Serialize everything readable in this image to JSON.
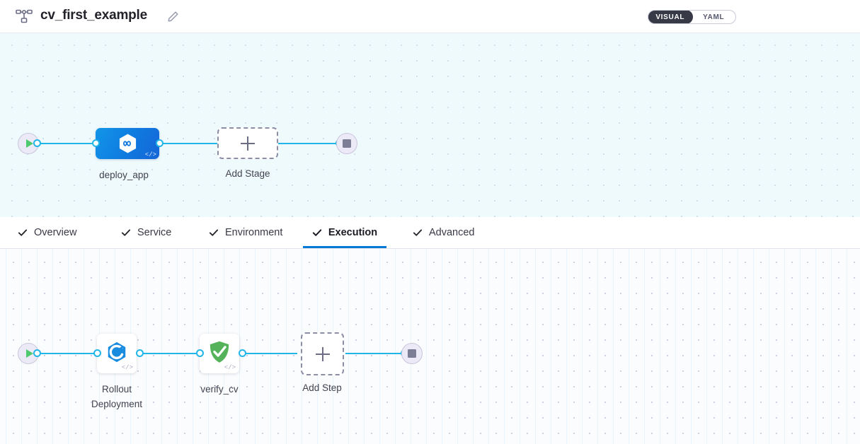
{
  "header": {
    "pipeline_icon": "pipeline-graph-icon",
    "title": "cv_first_example",
    "edit_icon": "pencil-edit-icon",
    "view_toggle": {
      "options": [
        "VISUAL",
        "YAML"
      ],
      "selected": "VISUAL"
    }
  },
  "stage_canvas": {
    "start_node": {
      "name": "start",
      "icon": "play-icon"
    },
    "end_node": {
      "name": "end",
      "icon": "stop-icon"
    },
    "nodes": [
      {
        "label": "deploy_app",
        "type": "stage",
        "icon": "deployment-hexagon-infinity-icon",
        "badge": "</>",
        "selected": true
      },
      {
        "label": "Add Stage",
        "type": "add",
        "icon": "plus-icon"
      }
    ]
  },
  "tabs": [
    {
      "label": "Overview",
      "icon": "check-icon",
      "active": false
    },
    {
      "label": "Service",
      "icon": "check-icon",
      "active": false
    },
    {
      "label": "Environment",
      "icon": "check-icon",
      "active": false
    },
    {
      "label": "Execution",
      "icon": "check-icon",
      "active": true
    },
    {
      "label": "Advanced",
      "icon": "check-icon",
      "active": false
    }
  ],
  "step_canvas": {
    "start_node": {
      "name": "start",
      "icon": "play-icon"
    },
    "end_node": {
      "name": "end",
      "icon": "stop-icon"
    },
    "nodes": [
      {
        "label": "Rollout\nDeployment",
        "type": "step",
        "icon": "k8s-rollout-hexagon-icon",
        "badge": "</>"
      },
      {
        "label": "verify_cv",
        "type": "step",
        "icon": "green-shield-check-icon",
        "badge": "</>"
      },
      {
        "label": "Add Step",
        "type": "add",
        "icon": "plus-icon"
      }
    ]
  },
  "colors": {
    "accent_blue": "#0278d5",
    "edge_blue": "#22b6e8",
    "stage_blue": "#0f7ae0",
    "verify_green": "#4caf50",
    "toggle_dark": "#383946",
    "stage_canvas_bg": "#effafd",
    "step_canvas_bg": "#fbfcfe"
  }
}
